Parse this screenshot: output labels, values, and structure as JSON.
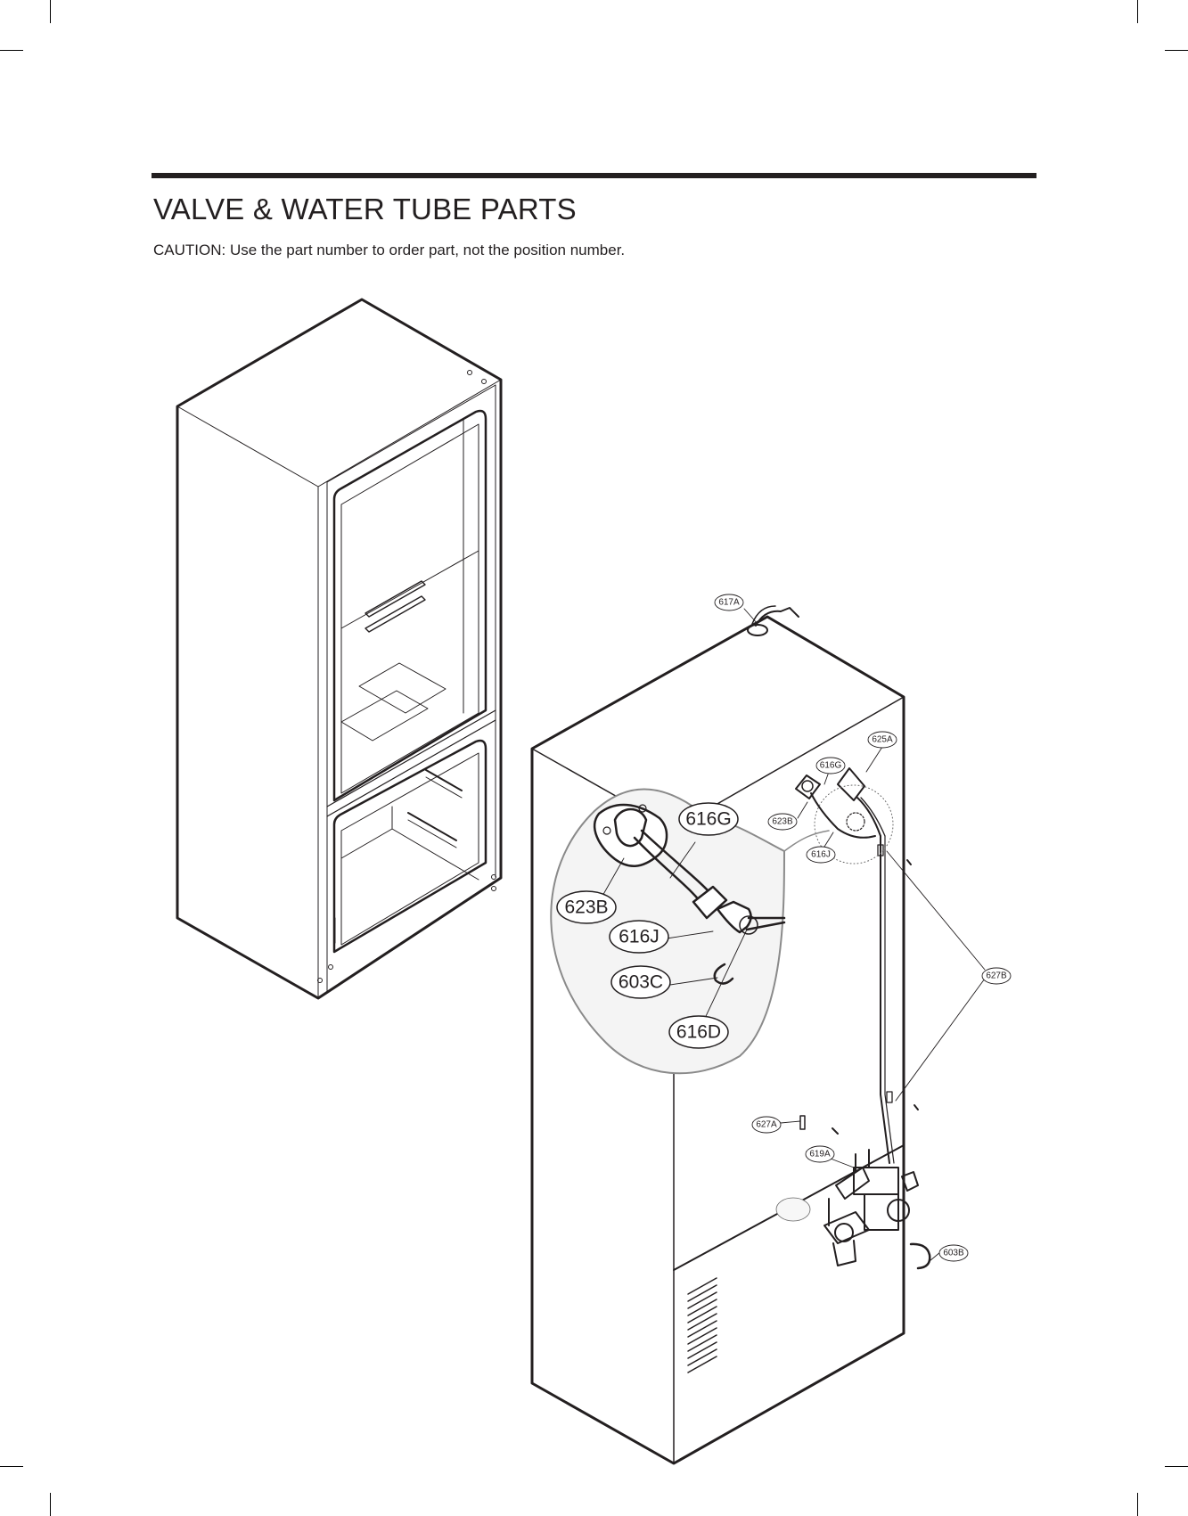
{
  "header": {
    "title": "VALVE & WATER TUBE PARTS",
    "caution": "CAUTION: Use the part number to order part, not the position number."
  },
  "callouts": {
    "small": {
      "c617A": "617A",
      "c625A": "625A",
      "c616G": "616G",
      "c623B": "623B",
      "c616J": "616J",
      "c627B": "627B",
      "c627A": "627A",
      "c619A": "619A",
      "c603B": "603B"
    },
    "detail": {
      "d616G": "616G",
      "d623B": "623B",
      "d616J": "616J",
      "d603C": "603C",
      "d616D": "616D"
    }
  },
  "colors": {
    "ink": "#231f20",
    "detail_fill": "#f4f4f4",
    "detail_stroke": "#8a8a8a"
  }
}
